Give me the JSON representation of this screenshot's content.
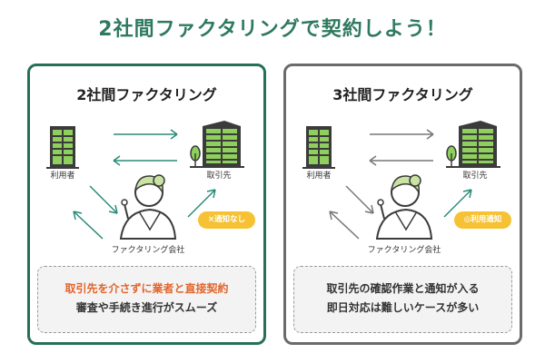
{
  "title": "2社間ファクタリングで契約しよう！",
  "colors": {
    "left_border": "#266f59",
    "right_border": "#6b6b6b",
    "arrow_teal": "#2a8a78",
    "arrow_gray": "#777777",
    "badge": "#f6c233",
    "accent_text": "#e2652b",
    "title": "#2e7a5f"
  },
  "left": {
    "title": "2社間ファクタリング",
    "user_label": "利用者",
    "client_label": "取引先",
    "factor_label": "ファクタリング会社",
    "badge": "×通知なし",
    "info_line1": "取引先を介さずに業者と直接契約",
    "info_line2": "審査や手続き進行がスムーズ"
  },
  "right": {
    "title": "3社間ファクタリング",
    "user_label": "利用者",
    "client_label": "取引先",
    "factor_label": "ファクタリング会社",
    "badge": "◎利用通知",
    "info_line1": "取引先の確認作業と通知が入る",
    "info_line2": "即日対応は難しいケースが多い"
  },
  "icons": [
    "building-icon",
    "office-building-icon",
    "person-icon",
    "tree-icon"
  ]
}
